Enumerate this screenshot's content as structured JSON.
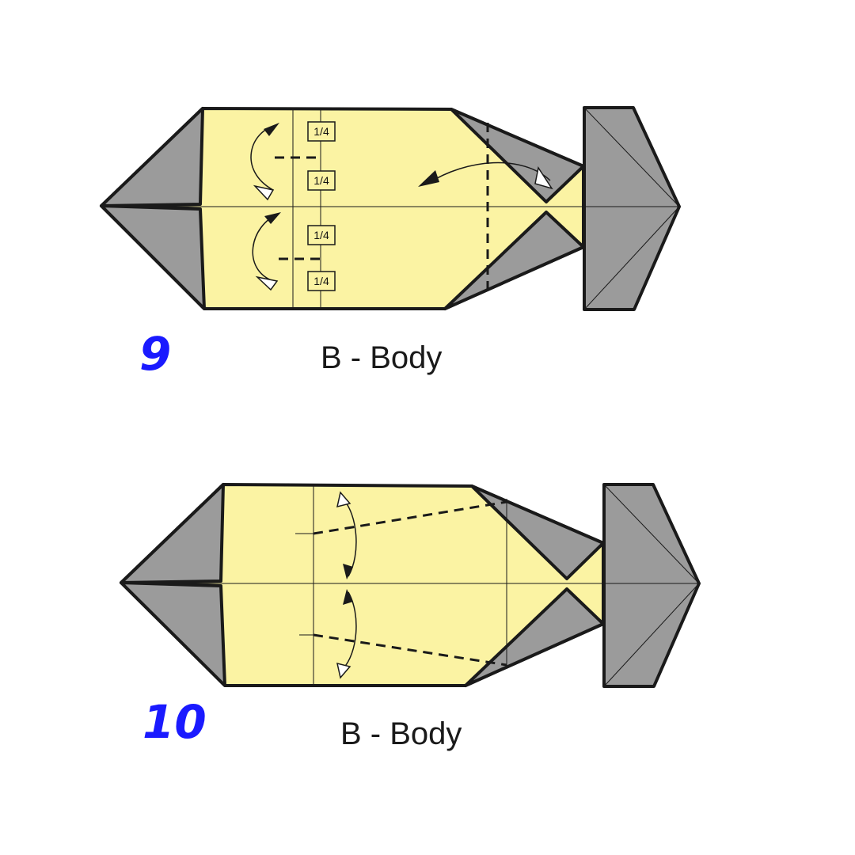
{
  "steps": [
    {
      "number": "9",
      "caption": "B - Body",
      "fractions": [
        "1/4",
        "1/4",
        "1/4",
        "1/4"
      ]
    },
    {
      "number": "10",
      "caption": "B - Body"
    }
  ],
  "colors": {
    "paper": "#fbf3a3",
    "grey_flaps": "#9b9b9b",
    "outline": "#1a1a1a",
    "step_number": "#1a1aff"
  }
}
